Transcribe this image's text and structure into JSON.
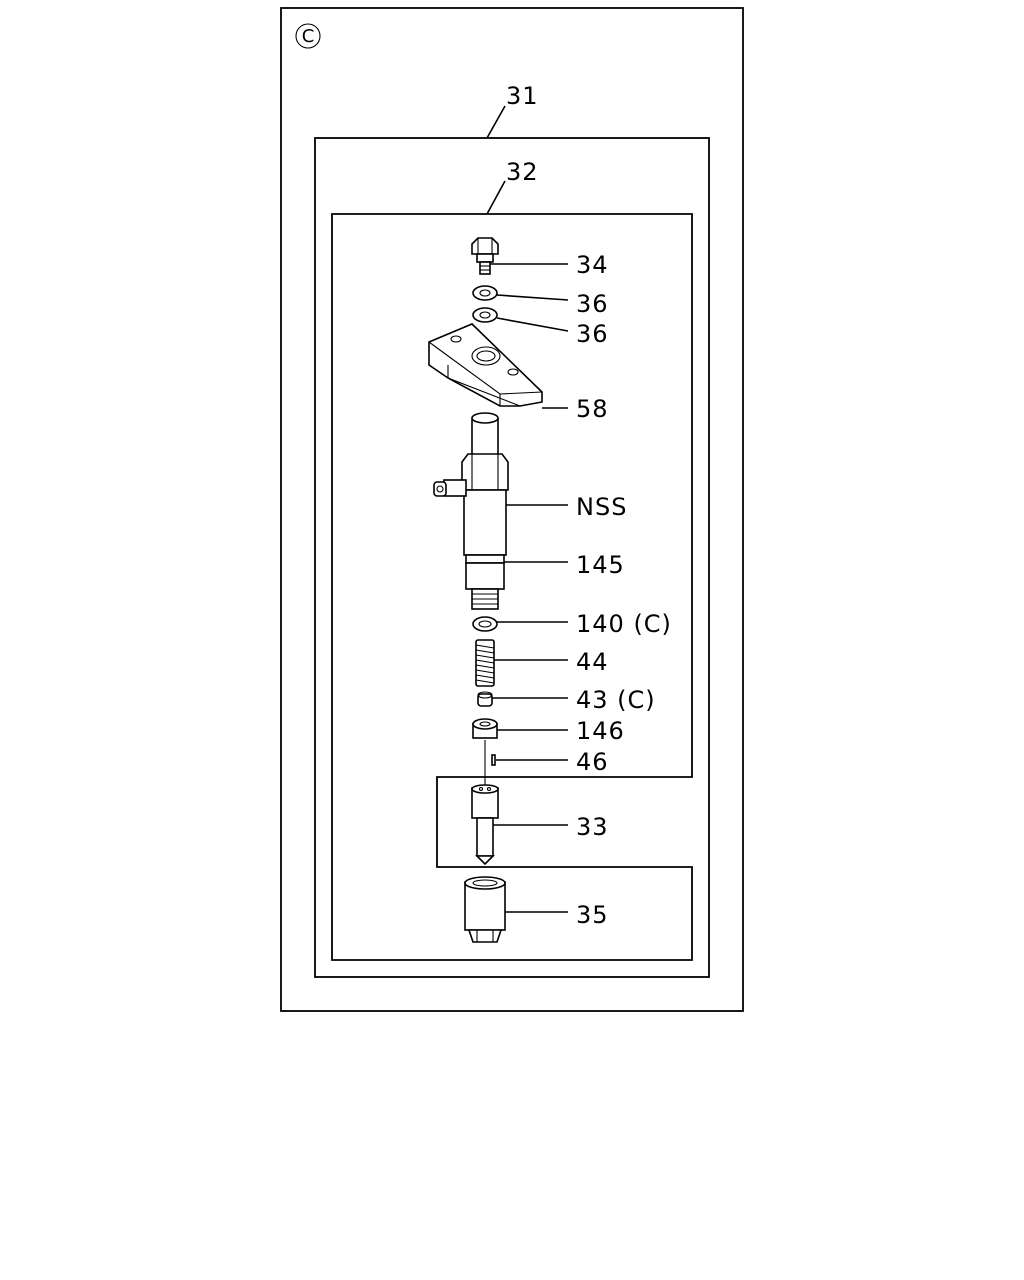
{
  "diagram": {
    "corner_mark": "C",
    "callouts": {
      "c31": "31",
      "c32": "32",
      "c34": "34",
      "c36a": "36",
      "c36b": "36",
      "c58": "58",
      "cnss": "NSS",
      "c145": "145",
      "c140": "140 (C)",
      "c44": "44",
      "c43": "43 (C)",
      "c146": "146",
      "c46": "46",
      "c33": "33",
      "c35": "35"
    }
  }
}
